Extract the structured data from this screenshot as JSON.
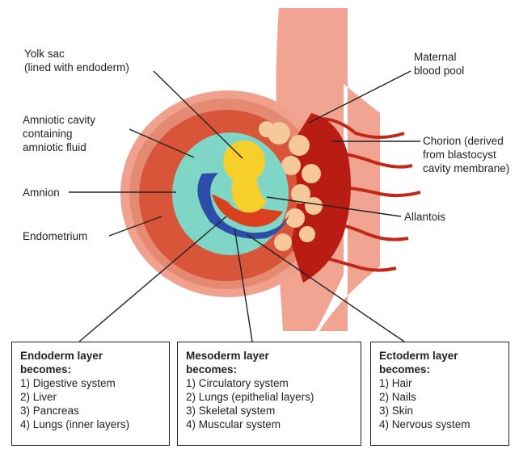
{
  "labels": {
    "yolk_sac": "Yolk sac\n(lined with endoderm)",
    "amniotic_cavity": "Amniotic cavity\ncontaining\namniotic fluid",
    "amnion": "Amnion",
    "endometrium": "Endometrium",
    "maternal_blood_pool": "Maternal\nblood pool",
    "chorion": "Chorion (derived\nfrom blastocyst\ncavity membrane)",
    "allantois": "Allantois"
  },
  "boxes": {
    "endoderm": {
      "title": "Endoderm layer\nbecomes:",
      "items": [
        "1) Digestive system",
        "2) Liver",
        "3) Pancreas",
        "4) Lungs (inner layers)"
      ]
    },
    "mesoderm": {
      "title": "Mesoderm layer\nbecomes:",
      "items": [
        "1) Circulatory system",
        "2) Lungs (epithelial layers)",
        "3) Skeletal system",
        "4) Muscular system"
      ]
    },
    "ectoderm": {
      "title": "Ectoderm layer\nbecomes:",
      "items": [
        "1) Hair",
        "2) Nails",
        "3) Skin",
        "4) Nervous system"
      ]
    }
  },
  "colors": {
    "uterine_wall": "#f2a493",
    "endometrium": "#e58a72",
    "decidua": "#c8321f",
    "maternal_blood": "#b81c12",
    "chorion_villi": "#f6c89a",
    "amniotic_fluid": "#7fd6c6",
    "ectoderm": "#2d4ea8",
    "mesoderm": "#d8401e",
    "endoderm": "#f6cf2a"
  }
}
